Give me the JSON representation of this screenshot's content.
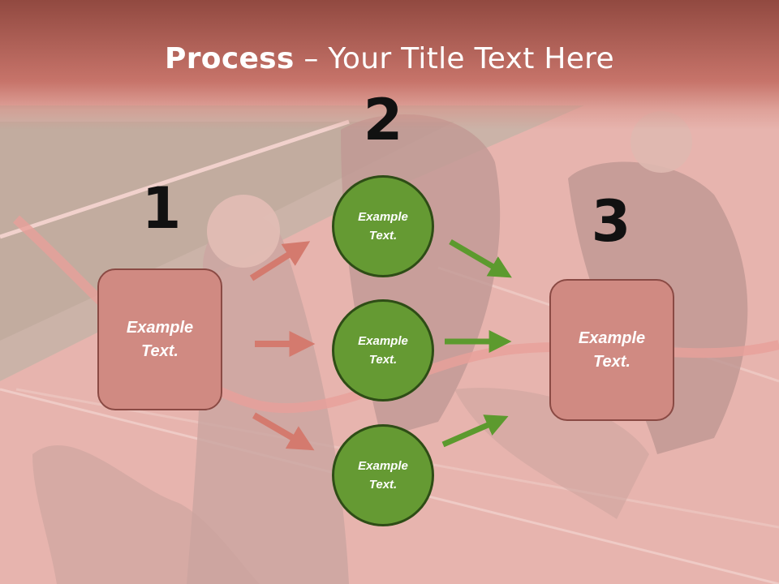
{
  "slide": {
    "title_bold": "Process",
    "title_rest": " – Your Title Text Here"
  },
  "steps": {
    "one": "1",
    "two": "2",
    "three": "3"
  },
  "nodes": {
    "left_box": "Example\nText.",
    "circle_top": "Example\nText.",
    "circle_middle": "Example\nText.",
    "circle_bottom": "Example\nText.",
    "right_box": "Example\nText."
  },
  "colors": {
    "box_fill": "#d08a82",
    "circle_fill": "#659a33",
    "left_arrows": "#d47a6e",
    "right_arrows": "#5c9a2e",
    "header": "#b25a50"
  }
}
